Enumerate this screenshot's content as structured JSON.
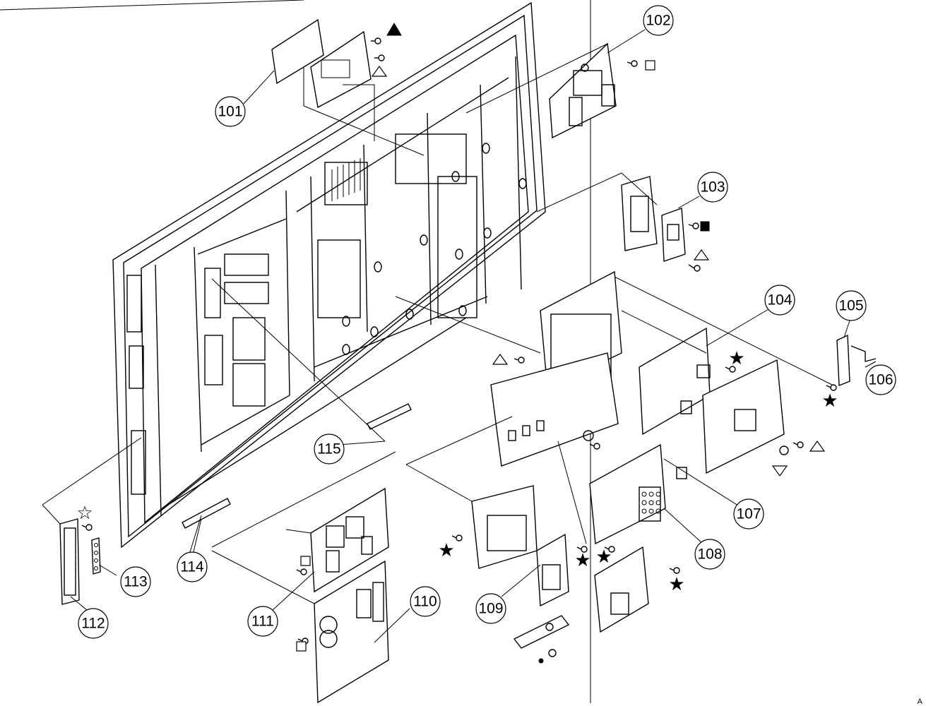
{
  "callouts": [
    {
      "label": "101"
    },
    {
      "label": "102"
    },
    {
      "label": "103"
    },
    {
      "label": "104"
    },
    {
      "label": "105"
    },
    {
      "label": "106"
    },
    {
      "label": "107"
    },
    {
      "label": "108"
    },
    {
      "label": "109"
    },
    {
      "label": "110"
    },
    {
      "label": "111"
    },
    {
      "label": "112"
    },
    {
      "label": "113"
    },
    {
      "label": "114"
    },
    {
      "label": "115"
    }
  ],
  "corner_text": "A"
}
